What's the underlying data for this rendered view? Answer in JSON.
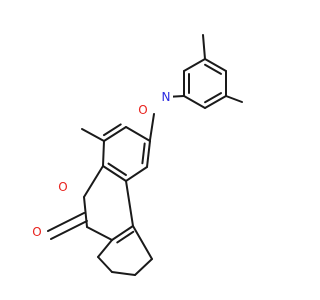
{
  "molecule": {
    "atoms": [
      {
        "id": "o_ring_upper",
        "symbol": "O",
        "color": "#e8231e"
      },
      {
        "id": "n_ring",
        "symbol": "N",
        "color": "#2a2ae0"
      },
      {
        "id": "o_lactone",
        "symbol": "O",
        "color": "#e8231e"
      },
      {
        "id": "o_carbonyl",
        "symbol": "O",
        "color": "#e8231e"
      }
    ],
    "bond_color": "#1a1a1a",
    "background": "#ffffff"
  }
}
